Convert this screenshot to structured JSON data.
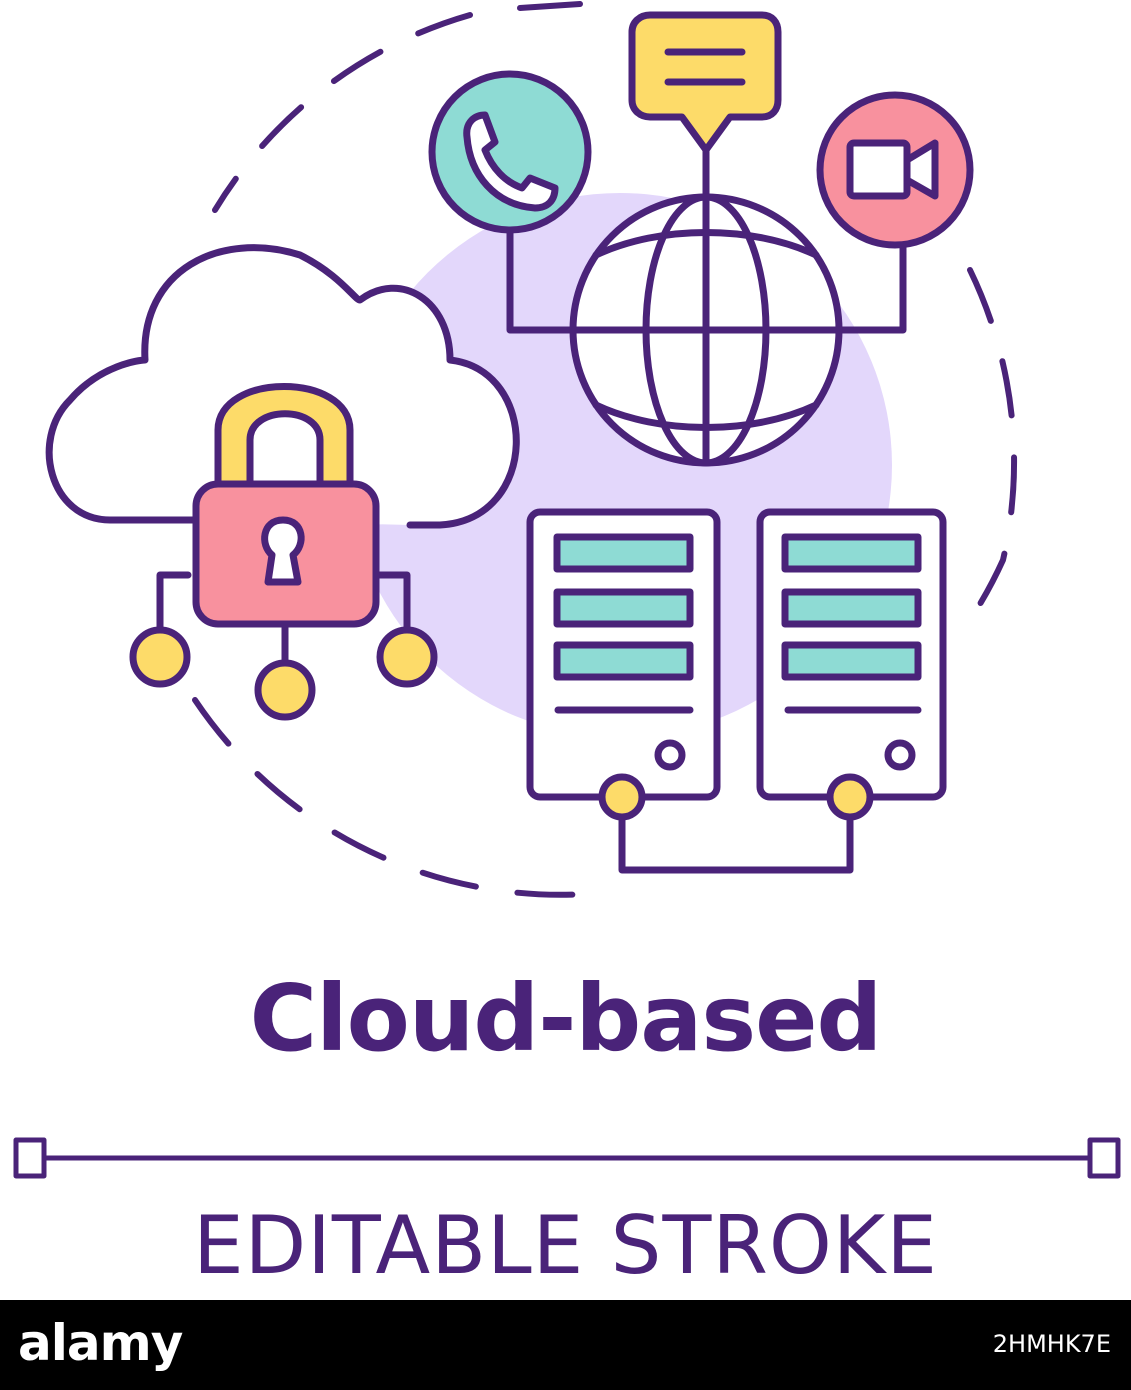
{
  "title": "Cloud-based",
  "subtitle": "EDITABLE STROKE",
  "footer": {
    "brand": "alamy",
    "image_id": "2HMHK7E",
    "background": "#000000",
    "text_color": "#ffffff"
  },
  "icons": [
    "cloud-icon",
    "padlock-icon",
    "network-nodes-icon",
    "globe-icon",
    "phone-icon",
    "chat-bubble-icon",
    "video-camera-icon",
    "server-icon"
  ],
  "colors": {
    "stroke": "#4a2379",
    "accent_purple": "#e3d7fb",
    "teal": "#8edbd4",
    "yellow": "#fddb69",
    "pink": "#f8919e",
    "text": "#4a2379"
  }
}
